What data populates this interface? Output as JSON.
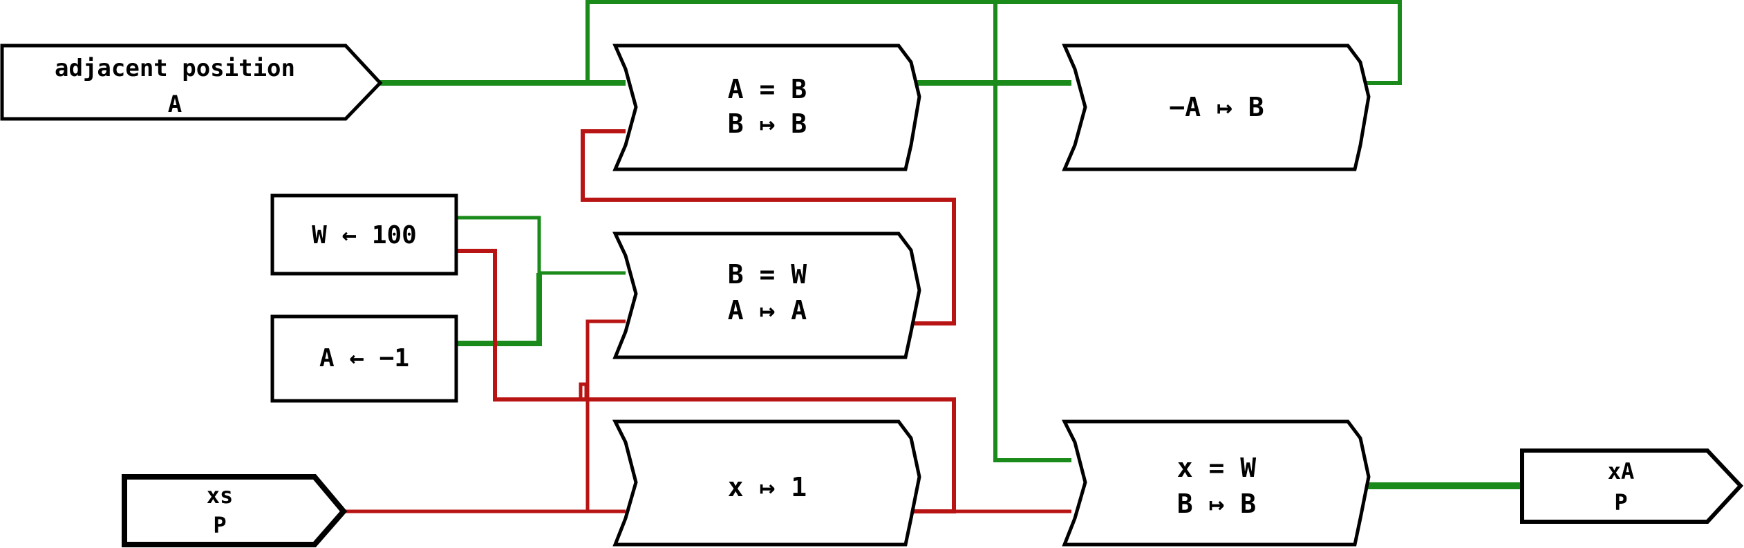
{
  "colors": {
    "background": "#ffffff",
    "outline": "#000000",
    "success_wire": "#1a8a1a",
    "failure_wire": "#b81414"
  },
  "nodes": {
    "input_adjacent": {
      "kind": "input-arrow",
      "line1": "adjacent position",
      "line2": "A"
    },
    "input_xs": {
      "kind": "input-arrow",
      "line1": "xs",
      "line2": "P"
    },
    "output_xa": {
      "kind": "output-arrow",
      "line1": "xA",
      "line2": "P"
    },
    "assign_w": {
      "kind": "assign",
      "line1": "W ← 100"
    },
    "assign_a": {
      "kind": "assign",
      "line1": "A ← −1"
    },
    "test_a_b": {
      "kind": "test",
      "line1": "A = B",
      "line2": "B ↦ B"
    },
    "test_b_w": {
      "kind": "test",
      "line1": "B = W",
      "line2": "A ↦ A"
    },
    "test_x_1": {
      "kind": "test",
      "line1": "x ↦ 1"
    },
    "test_neg_a": {
      "kind": "test",
      "line1": "−A ↦ B"
    },
    "test_x_w": {
      "kind": "test",
      "line1": "x = W",
      "line2": "B ↦ B"
    }
  }
}
